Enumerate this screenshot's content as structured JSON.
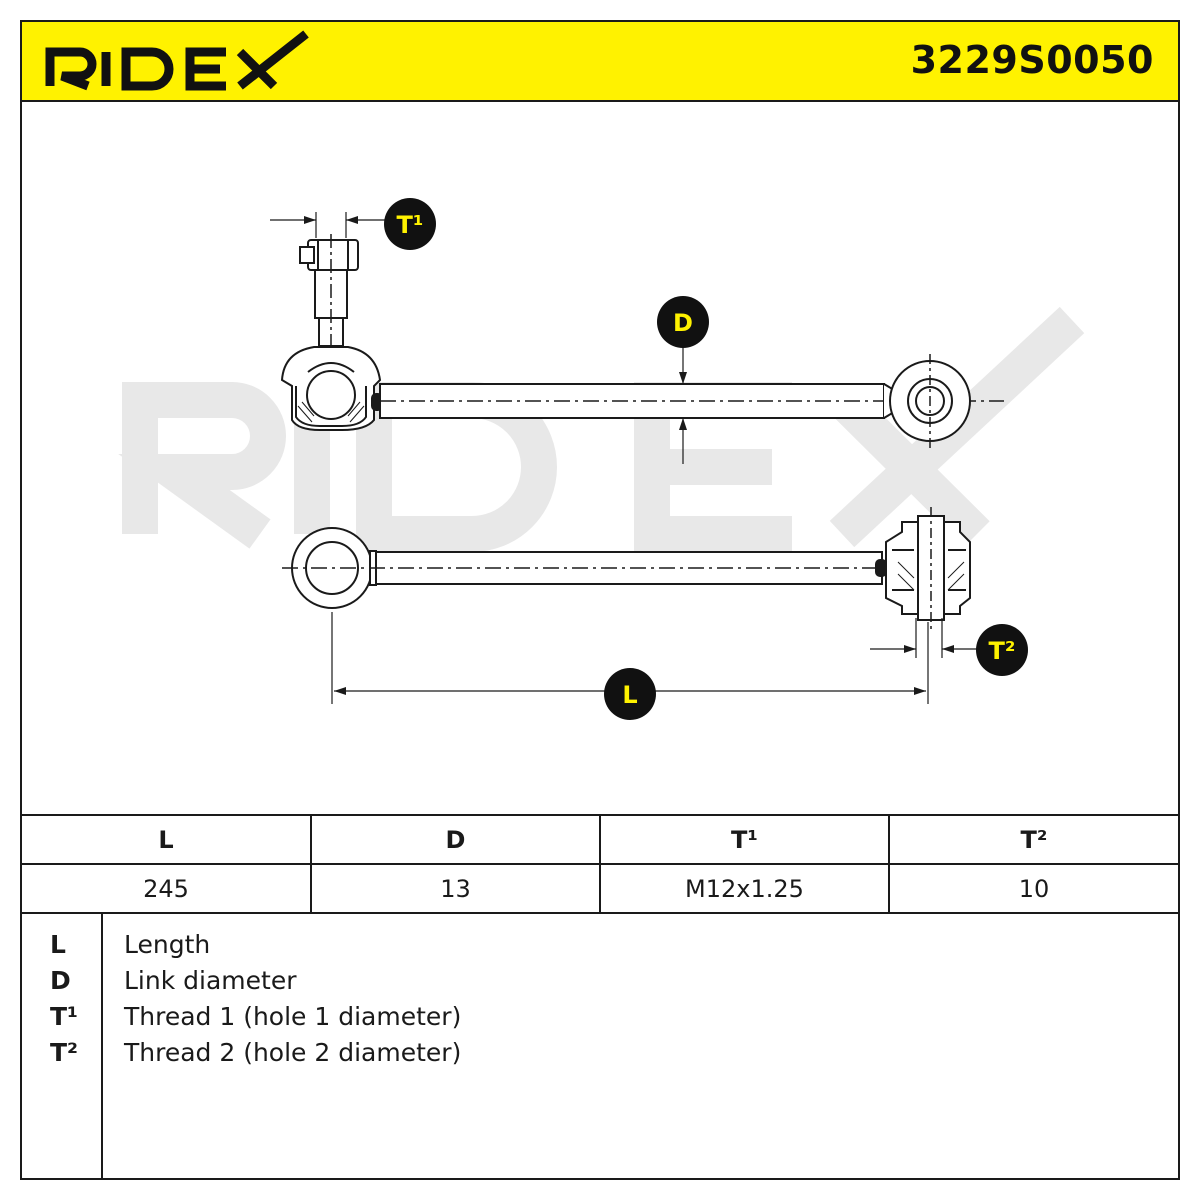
{
  "header": {
    "brand": "RIDEX",
    "part_number": "3229S0050"
  },
  "callouts": {
    "t1": "T¹",
    "d": "D",
    "t2": "T²",
    "l": "L"
  },
  "table": {
    "headers": [
      "L",
      "D",
      "T¹",
      "T²"
    ],
    "values": [
      "245",
      "13",
      "M12x1.25",
      "10"
    ]
  },
  "legend": [
    {
      "key": "L",
      "desc": "Length"
    },
    {
      "key": "D",
      "desc": "Link diameter"
    },
    {
      "key": "T¹",
      "desc": "Thread 1 (hole 1 diameter)"
    },
    {
      "key": "T²",
      "desc": "Thread 2 (hole 2 diameter)"
    }
  ],
  "colors": {
    "brand_yellow": "#fff200",
    "ink": "#1a1a1a",
    "watermark": "#e6e6e6"
  }
}
